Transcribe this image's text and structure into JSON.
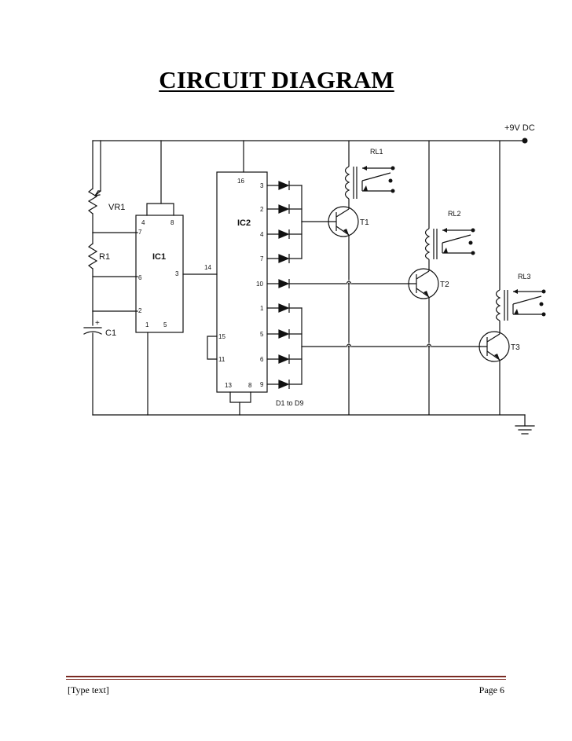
{
  "page": {
    "title": "CIRCUIT DIAGRAM",
    "footer_left": "[Type text]",
    "footer_right": "Page 6"
  },
  "diagram": {
    "supply_label": "+9V DC",
    "components": {
      "vr1": "VR1",
      "r1": "R1",
      "c1": "C1",
      "c1_polarity": "+",
      "ic1": "IC1",
      "ic2": "IC2",
      "t1": "T1",
      "t2": "T2",
      "t3": "T3",
      "rl1": "RL1",
      "rl2": "RL2",
      "rl3": "RL3",
      "diodes": "D1 to D9"
    },
    "ic1_pins": [
      "4",
      "8",
      "7",
      "6",
      "2",
      "1",
      "5",
      "3"
    ],
    "ic2_pins": [
      "16",
      "15",
      "11",
      "13",
      "8",
      "14"
    ],
    "ic2_outputs": [
      "3",
      "2",
      "4",
      "7",
      "10",
      "1",
      "5",
      "6",
      "9"
    ]
  },
  "colors": {
    "footer_rule": "#7a2a22",
    "ink": "#111111"
  }
}
